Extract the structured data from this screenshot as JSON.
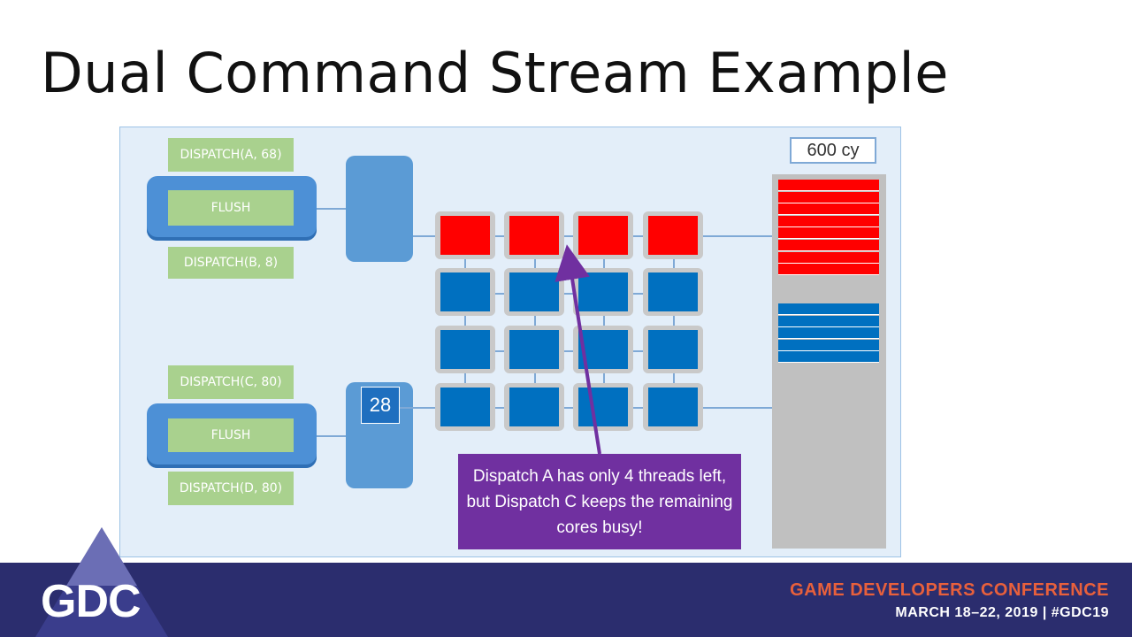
{
  "title": "Dual Command Stream Example",
  "commands_top": {
    "dispatch_a": "DISPATCH(A, 68)",
    "flush": "FLUSH",
    "dispatch_b": "DISPATCH(B, 8)"
  },
  "commands_bottom": {
    "dispatch_c": "DISPATCH(C, 80)",
    "flush": "FLUSH",
    "dispatch_d": "DISPATCH(D, 80)"
  },
  "badge_value": "28",
  "cycle_label": "600 cy",
  "callout_text": "Dispatch A has only 4 threads left, but Dispatch C keeps the remaining cores busy!",
  "core_grid": {
    "rows": [
      [
        "red",
        "red",
        "red",
        "red"
      ],
      [
        "blue",
        "blue",
        "blue",
        "blue"
      ],
      [
        "blue",
        "blue",
        "blue",
        "blue"
      ],
      [
        "blue",
        "blue",
        "blue",
        "blue"
      ]
    ]
  },
  "scheduler_bars": {
    "red_count": 8,
    "blue_count": 5
  },
  "colors": {
    "red": "#ff0000",
    "blue": "#0070c0",
    "command_green": "#a9d18e",
    "callout_purple": "#7030a0",
    "footer_navy": "#2b2d6e",
    "conference_orange": "#e8603c"
  },
  "footer": {
    "logo_text": "GDC",
    "conference": "GAME DEVELOPERS CONFERENCE",
    "dates": "MARCH 18–22, 2019 | #GDC19"
  }
}
